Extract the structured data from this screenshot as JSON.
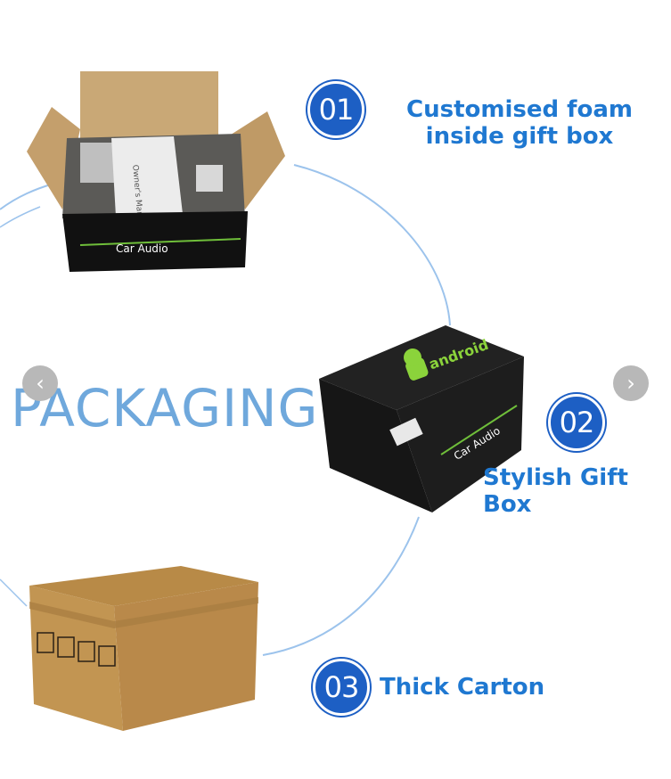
{
  "background_title": "PACKAGING",
  "features": [
    {
      "number": "01",
      "title": "Customised foam inside gift box"
    },
    {
      "number": "02",
      "title": "Stylish Gift Box"
    },
    {
      "number": "03",
      "title": "Thick Carton"
    }
  ],
  "box_label": "Car Audio",
  "box_brand": "android",
  "manual_label": "Owner's Manual",
  "nav": {
    "prev_icon": "chevron-left-icon",
    "next_icon": "chevron-right-icon"
  },
  "colors": {
    "accent": "#1f78d1",
    "badge": "#1d5fc4",
    "watermark": "#6fa8dc"
  }
}
